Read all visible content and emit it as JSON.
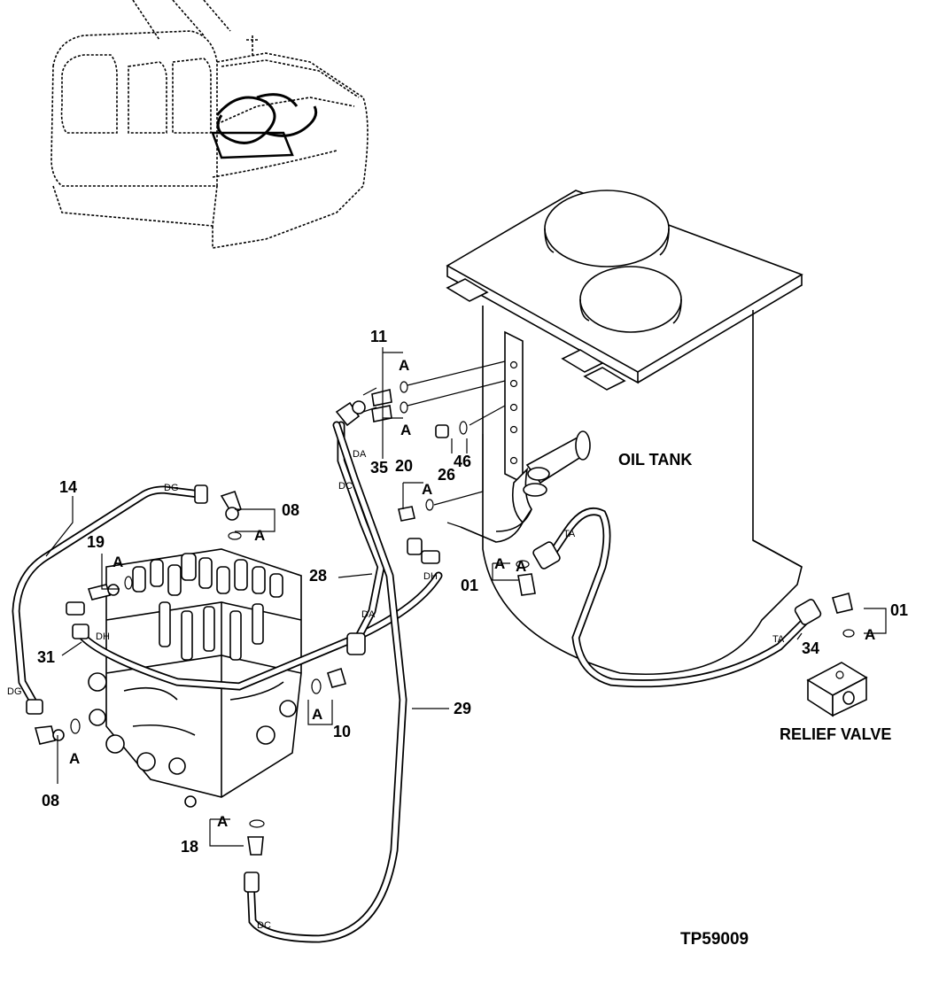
{
  "drawing_number": "TP59009",
  "components": {
    "oil_tank": "OIL TANK",
    "relief_valve": "RELIEF VALVE"
  },
  "callouts": {
    "c11": "11",
    "c35": "35",
    "c20": "20",
    "c26": "26",
    "c46": "46",
    "c14": "14",
    "c08_top": "08",
    "c19": "19",
    "c28": "28",
    "c01_tank": "01",
    "c31": "31",
    "c29": "29",
    "c10": "10",
    "c08_bottom": "08",
    "c18": "18",
    "c34": "34",
    "c01_valve": "01"
  },
  "a_marks": [
    "A",
    "A",
    "A",
    "A",
    "A",
    "A",
    "A",
    "A",
    "A",
    "A",
    "A"
  ],
  "hose_codes": {
    "dg": "DG",
    "dg2": "DG",
    "da": "DA",
    "da2": "DA",
    "dc": "DC",
    "dc2": "DC",
    "dh": "DH",
    "dh2": "DH",
    "ta": "TA",
    "ta2": "TA"
  }
}
